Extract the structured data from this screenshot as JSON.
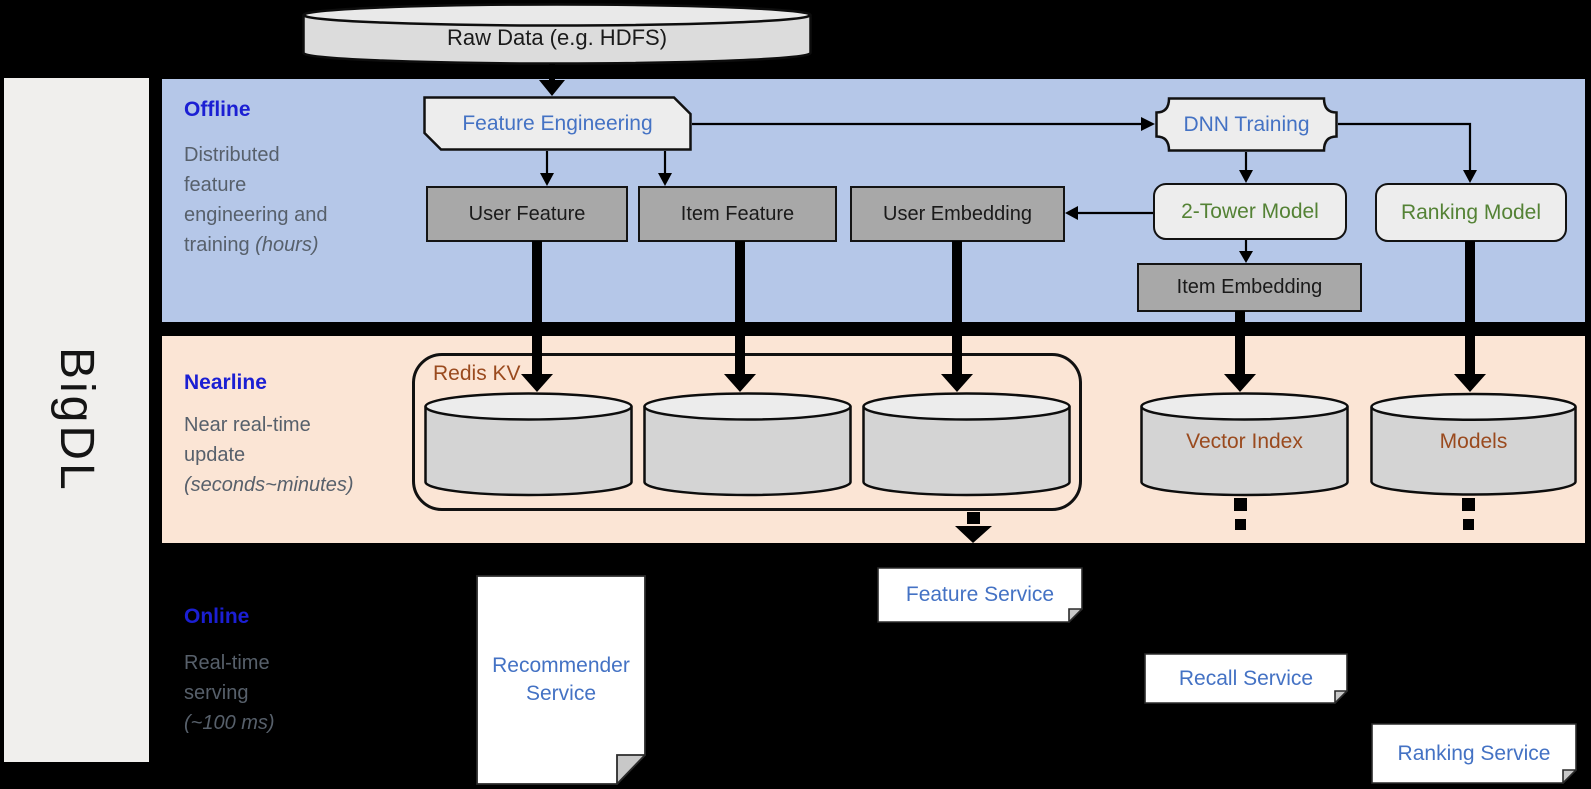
{
  "sidebar": {
    "label": "BigDL"
  },
  "raw_data": {
    "label": "Raw Data (e.g. HDFS)"
  },
  "bands": {
    "offline": {
      "title": "Offline",
      "desc_line1": "Distributed",
      "desc_line2": "feature",
      "desc_line3": "engineering and",
      "desc_line4": "training ",
      "desc_line4_italic": "(hours)"
    },
    "nearline": {
      "title": "Nearline",
      "desc_line1": "Near real-time",
      "desc_line2": "update",
      "desc_line3_italic": "(seconds~minutes)"
    },
    "online": {
      "title": "Online",
      "desc_line1": "Real-time",
      "desc_line2": "serving",
      "desc_line3_italic": "(~100 ms)"
    }
  },
  "offline_nodes": {
    "feature_engineering": {
      "label": "Feature Engineering"
    },
    "dnn_training": {
      "label": "DNN Training"
    },
    "user_feature": {
      "label": "User Feature"
    },
    "item_feature": {
      "label": "Item Feature"
    },
    "user_embedding": {
      "label": "User Embedding"
    },
    "two_tower_model": {
      "label": "2-Tower Model"
    },
    "ranking_model": {
      "label": "Ranking Model"
    },
    "item_embedding": {
      "label": "Item Embedding"
    }
  },
  "nearline_nodes": {
    "redis_kv": {
      "label": "Redis KV"
    },
    "vector_index": {
      "label": "Vector Index"
    },
    "models": {
      "label": "Models"
    }
  },
  "online_nodes": {
    "recommender_service": {
      "line1": "Recommender",
      "line2": "Service"
    },
    "feature_service": {
      "label": "Feature Service"
    },
    "recall_service": {
      "label": "Recall Service"
    },
    "ranking_service": {
      "label": "Ranking Service"
    }
  },
  "colors": {
    "background": "#000000",
    "offline_band": "#b5c7e8",
    "nearline_band": "#fbe5d5",
    "rail_gray": "#f0efed",
    "heading_blue": "#1b1fd3",
    "body_gray": "#57606b",
    "node_text_blue": "#4472c4",
    "node_text_green": "#548235",
    "db_text_brown": "#9a4a1e",
    "gray_node_fill": "#a8a8a8",
    "light_node_fill": "#ededed",
    "cylinder_fill": "#d4d4d4"
  }
}
